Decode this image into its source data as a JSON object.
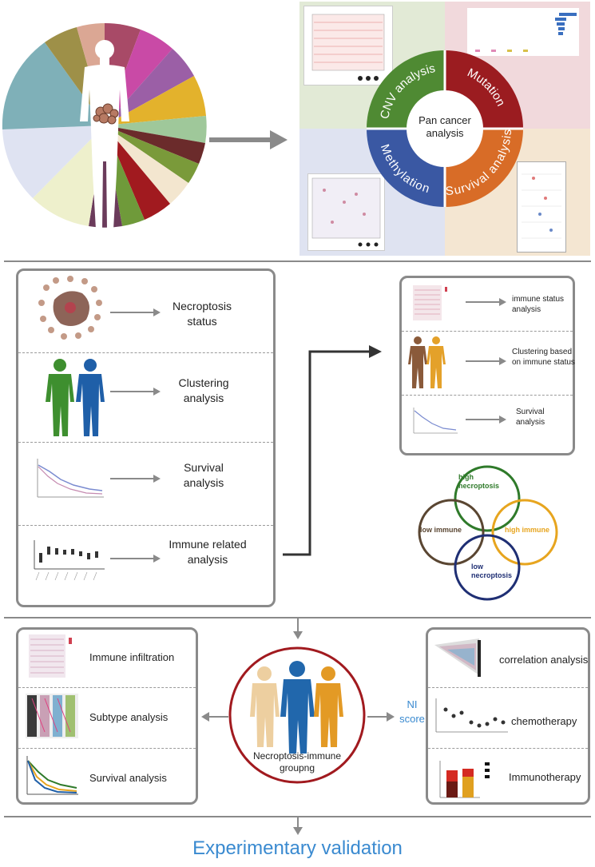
{
  "pan": {
    "center_text": "Pan cancer\nanalysis",
    "ring": {
      "cnv": "CNV analysis",
      "mutation": "Mutation",
      "methylation": "Methylation",
      "survival": "Survival analysis"
    },
    "colors": {
      "cnv": "#4f8a33",
      "mutation": "#9b1c20",
      "methylation": "#3a58a3",
      "survival": "#d86c27"
    }
  },
  "left_panel": {
    "items": [
      {
        "text": "Necroptosis\nstatus"
      },
      {
        "text": "Clustering\nanalysis"
      },
      {
        "text": "Survival\nanalysis"
      },
      {
        "text": "Immune related\nanalysis"
      }
    ]
  },
  "right_panel": {
    "items": [
      {
        "text": "immune status\nanalysis"
      },
      {
        "text": "Clustering based\non immune status"
      },
      {
        "text": "Survival\nanalysis"
      }
    ]
  },
  "venn": {
    "top": "high\nnecroptosis",
    "left": "low immune",
    "right": "high immune",
    "bottom": "low\nnecroptosis"
  },
  "bottom_left": {
    "items": [
      {
        "text": "Immune infiltration"
      },
      {
        "text": "Subtype analysis"
      },
      {
        "text": "Survival analysis"
      }
    ]
  },
  "center_group": {
    "text": "Necroptosis-immune\ngroupng"
  },
  "ni_score": "NI\nscore",
  "bottom_right": {
    "items": [
      {
        "text": "correlation analysis"
      },
      {
        "text": "chemotherapy"
      },
      {
        "text": "Immunotherapy"
      }
    ]
  },
  "footer": "Experimentary validation"
}
